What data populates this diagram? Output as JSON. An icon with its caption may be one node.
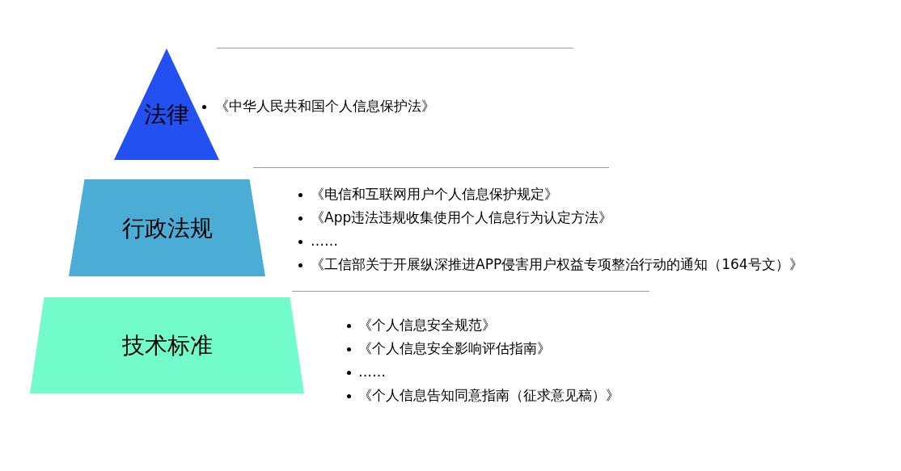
{
  "diagram": {
    "nodes": [
      {
        "text": [
          "法律"
        ],
        "beside": [
          "《中华人民共和国个人信息保护法》"
        ]
      },
      {
        "text": [
          "行政法规"
        ],
        "beside": [
          "《电信和互联网用户个人信息保护规定》",
          "《App违法违规收集使用个人信息行为认定方法》",
          "……",
          "《工信部关于开展纵深推进APP侵害用户权益专项整治行动的通知（164号文）》"
        ]
      },
      {
        "text": [
          "技术标准"
        ],
        "beside": [
          "《个人信息安全规范》",
          "《个人信息安全影响评估指南》",
          "……",
          "《个人信息告知同意指南（征求意见稿）》"
        ]
      }
    ],
    "edges": []
  }
}
